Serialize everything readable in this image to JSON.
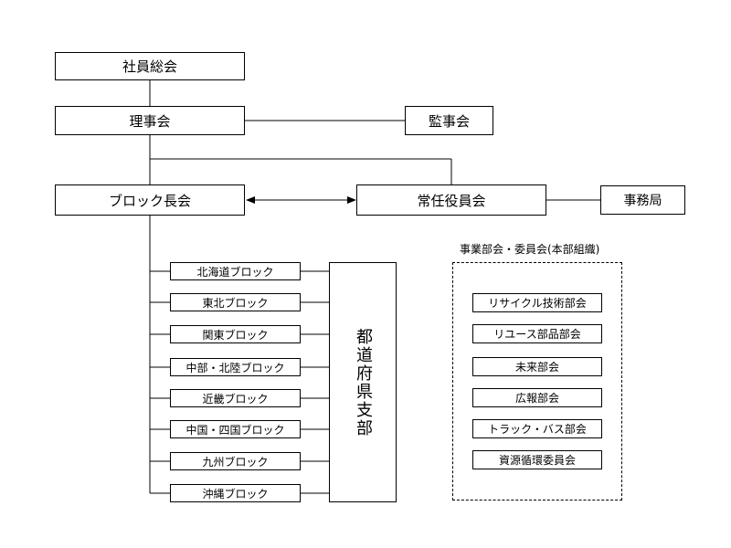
{
  "top": {
    "general_meeting": "社員総会",
    "board": "理事会",
    "auditors": "監事会",
    "block_chiefs": "ブロック長会",
    "executive": "常任役員会",
    "secretariat": "事務局"
  },
  "blocks": [
    "北海道ブロック",
    "東北ブロック",
    "関東ブロック",
    "中部・北陸ブロック",
    "近畿ブロック",
    "中国・四国ブロック",
    "九州ブロック",
    "沖縄ブロック"
  ],
  "prefecture_branch": "都道府県支部",
  "committees": {
    "title": "事業部会・委員会(本部組織)",
    "items": [
      "リサイクル技術部会",
      "リユース部品部会",
      "未来部会",
      "広報部会",
      "トラック・バス部会",
      "資源循環委員会"
    ]
  }
}
